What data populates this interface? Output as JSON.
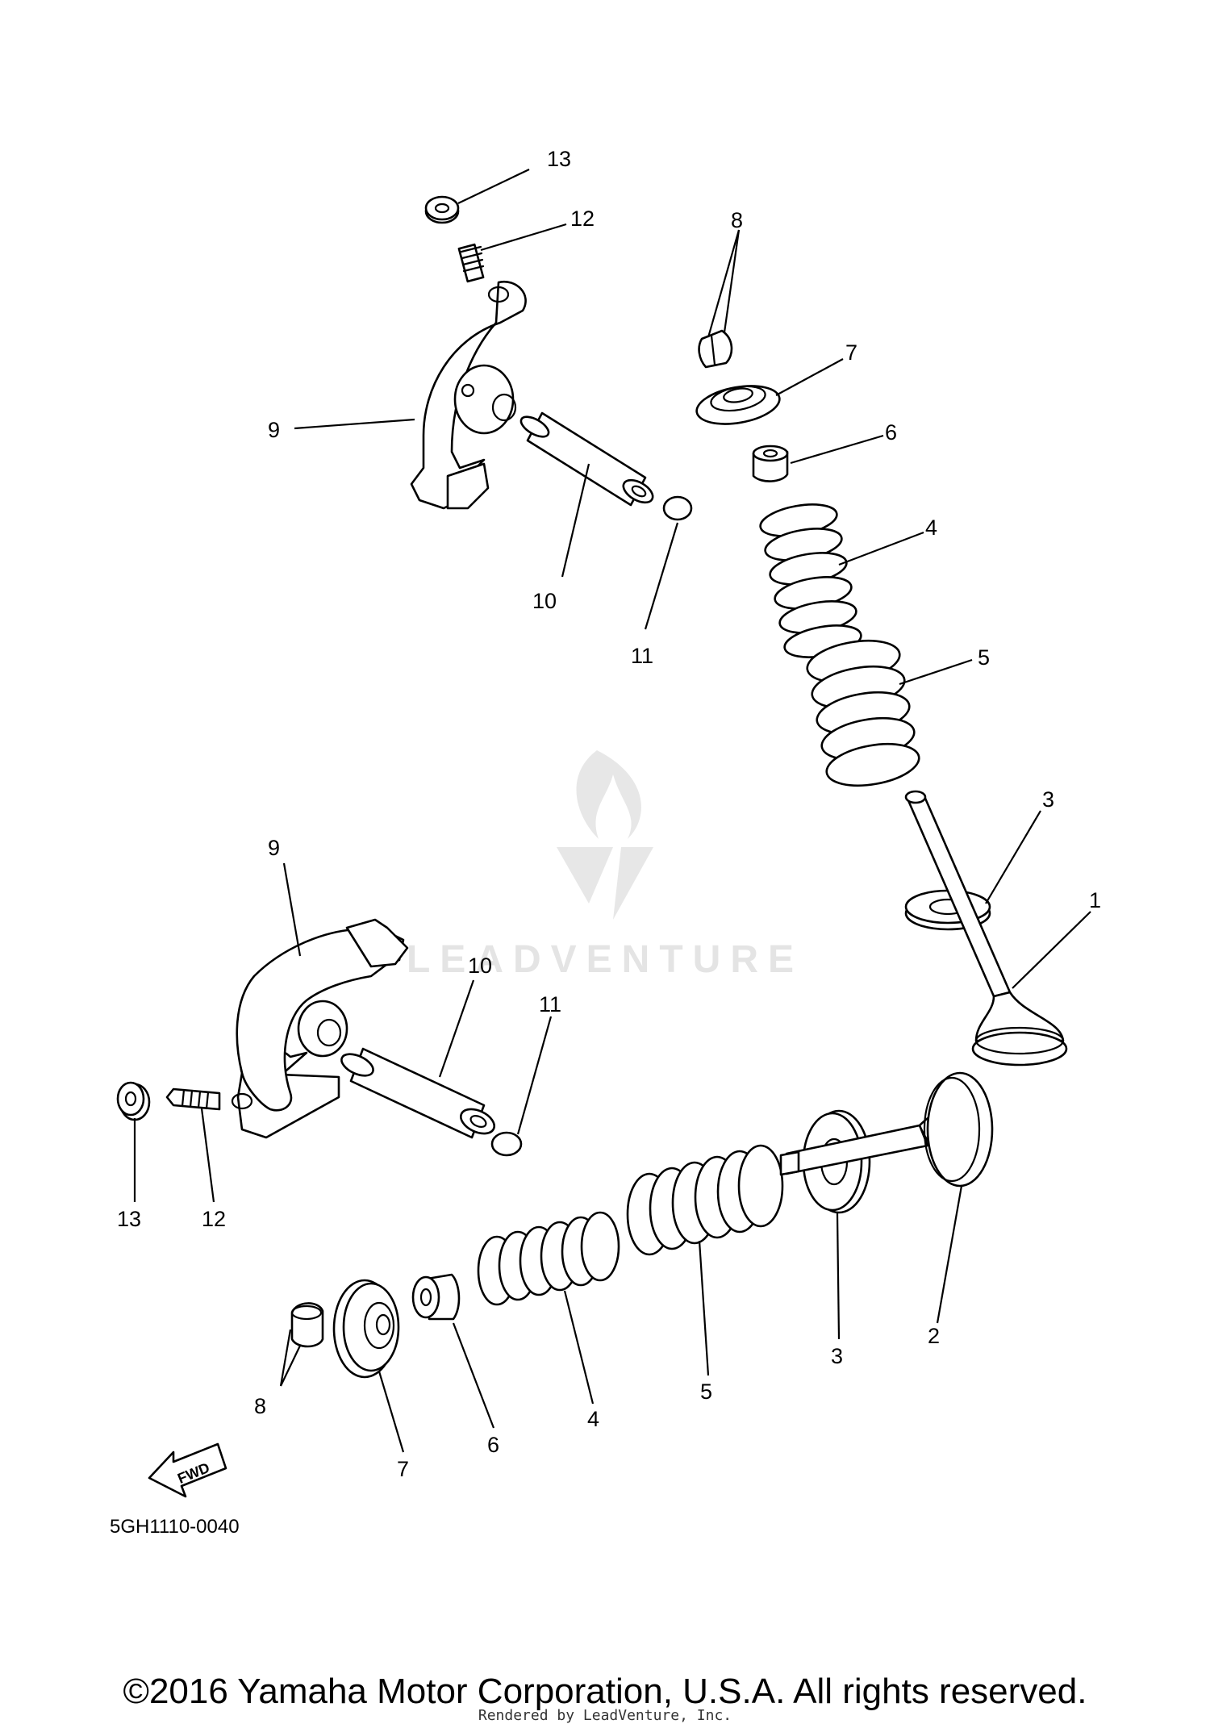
{
  "diagram": {
    "callouts": {
      "top": [
        "13",
        "12",
        "8",
        "7",
        "9",
        "6",
        "4",
        "10",
        "11",
        "5",
        "3",
        "1"
      ],
      "bottom": [
        "9",
        "10",
        "11",
        "13",
        "12",
        "2",
        "3",
        "5",
        "4",
        "8",
        "6",
        "7"
      ]
    },
    "fwd_arrow_label": "FWD",
    "diagram_code": "5GH1110-0040",
    "watermark_text": "LEADVENTURE"
  },
  "footer": {
    "copyright": "©2016 Yamaha Motor Corporation, U.S.A. All rights reserved.",
    "rendered_by": "Rendered by LeadVenture, Inc."
  }
}
